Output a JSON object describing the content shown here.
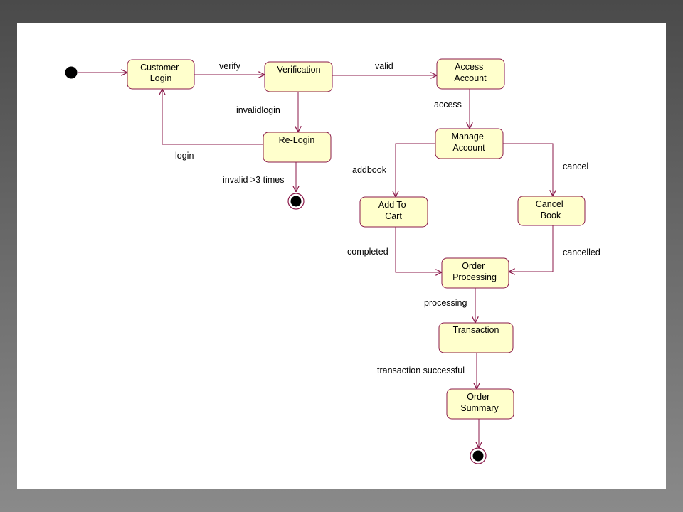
{
  "colors": {
    "line": "#8b1a4a",
    "state_fill": "#ffffcc",
    "state_stroke": "#8b1a4a",
    "node_black": "#000000"
  },
  "diagram": {
    "states": [
      {
        "id": "customer-login",
        "lines": [
          "Customer",
          "Login"
        ]
      },
      {
        "id": "verification",
        "lines": [
          "Verification"
        ]
      },
      {
        "id": "access-account",
        "lines": [
          "Access",
          "Account"
        ]
      },
      {
        "id": "re-login",
        "lines": [
          "Re-Login"
        ]
      },
      {
        "id": "manage-account",
        "lines": [
          "Manage",
          "Account"
        ]
      },
      {
        "id": "add-to-cart",
        "lines": [
          "Add To",
          "Cart"
        ]
      },
      {
        "id": "cancel-book",
        "lines": [
          "Cancel",
          "Book"
        ]
      },
      {
        "id": "order-processing",
        "lines": [
          "Order",
          "Processing"
        ]
      },
      {
        "id": "transaction",
        "lines": [
          "Transaction"
        ]
      },
      {
        "id": "order-summary",
        "lines": [
          "Order",
          "Summary"
        ]
      }
    ],
    "transitions": [
      {
        "id": "verify",
        "label": "verify"
      },
      {
        "id": "valid",
        "label": "valid"
      },
      {
        "id": "invalidlogin",
        "label": "invalidlogin"
      },
      {
        "id": "login",
        "label": "login"
      },
      {
        "id": "invalid-3-times",
        "label": "invalid >3 times"
      },
      {
        "id": "access",
        "label": "access"
      },
      {
        "id": "addbook",
        "label": "addbook"
      },
      {
        "id": "cancel",
        "label": "cancel"
      },
      {
        "id": "completed",
        "label": "completed"
      },
      {
        "id": "cancelled",
        "label": "cancelled"
      },
      {
        "id": "processing",
        "label": "processing"
      },
      {
        "id": "transaction-successful",
        "label": "transaction successful"
      }
    ]
  }
}
